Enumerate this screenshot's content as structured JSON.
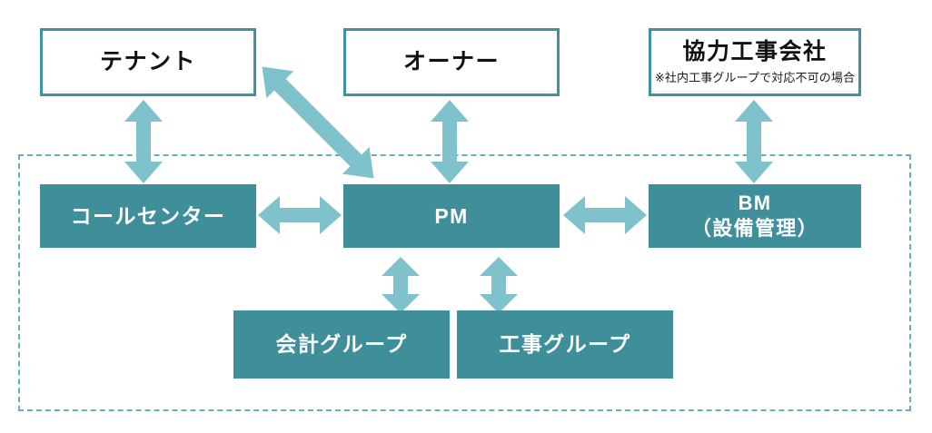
{
  "diagram": {
    "title": "",
    "colors": {
      "outline_border": "#3f92a0",
      "filled_box": "#3f8f9b",
      "arrow": "#7fc2cc",
      "dashed_border": "#62b2bd",
      "box_text_dark": "#111111",
      "box_text_light": "#ffffff"
    },
    "external_boxes": [
      {
        "id": "tenant",
        "title": "テナント",
        "subtitle": ""
      },
      {
        "id": "owner",
        "title": "オーナー",
        "subtitle": ""
      },
      {
        "id": "partner-contractor",
        "title": "協力工事会社",
        "subtitle": "※社内工事グループで対応不可の場合"
      }
    ],
    "internal_boxes": [
      {
        "id": "call-center",
        "line1": "コールセンター",
        "line2": ""
      },
      {
        "id": "pm",
        "line1": "PM",
        "line2": ""
      },
      {
        "id": "bm",
        "line1": "BM",
        "line2": "（設備管理）"
      },
      {
        "id": "accounting-group",
        "line1": "会計グループ",
        "line2": ""
      },
      {
        "id": "construction-group",
        "line1": "工事グループ",
        "line2": ""
      }
    ],
    "connectors": [
      {
        "id": "tenant-callcenter",
        "from": "tenant",
        "to": "call-center",
        "direction": "bidirectional",
        "orientation": "vertical"
      },
      {
        "id": "tenant-pm",
        "from": "tenant",
        "to": "pm",
        "direction": "bidirectional",
        "orientation": "diagonal"
      },
      {
        "id": "owner-pm",
        "from": "owner",
        "to": "pm",
        "direction": "bidirectional",
        "orientation": "vertical"
      },
      {
        "id": "partner-bm",
        "from": "partner-contractor",
        "to": "bm",
        "direction": "bidirectional",
        "orientation": "vertical"
      },
      {
        "id": "callcenter-pm",
        "from": "call-center",
        "to": "pm",
        "direction": "bidirectional",
        "orientation": "horizontal"
      },
      {
        "id": "pm-bm",
        "from": "pm",
        "to": "bm",
        "direction": "bidirectional",
        "orientation": "horizontal"
      },
      {
        "id": "pm-accounting",
        "from": "pm",
        "to": "accounting-group",
        "direction": "bidirectional",
        "orientation": "vertical"
      },
      {
        "id": "pm-construction",
        "from": "pm",
        "to": "construction-group",
        "direction": "bidirectional",
        "orientation": "vertical"
      }
    ]
  }
}
